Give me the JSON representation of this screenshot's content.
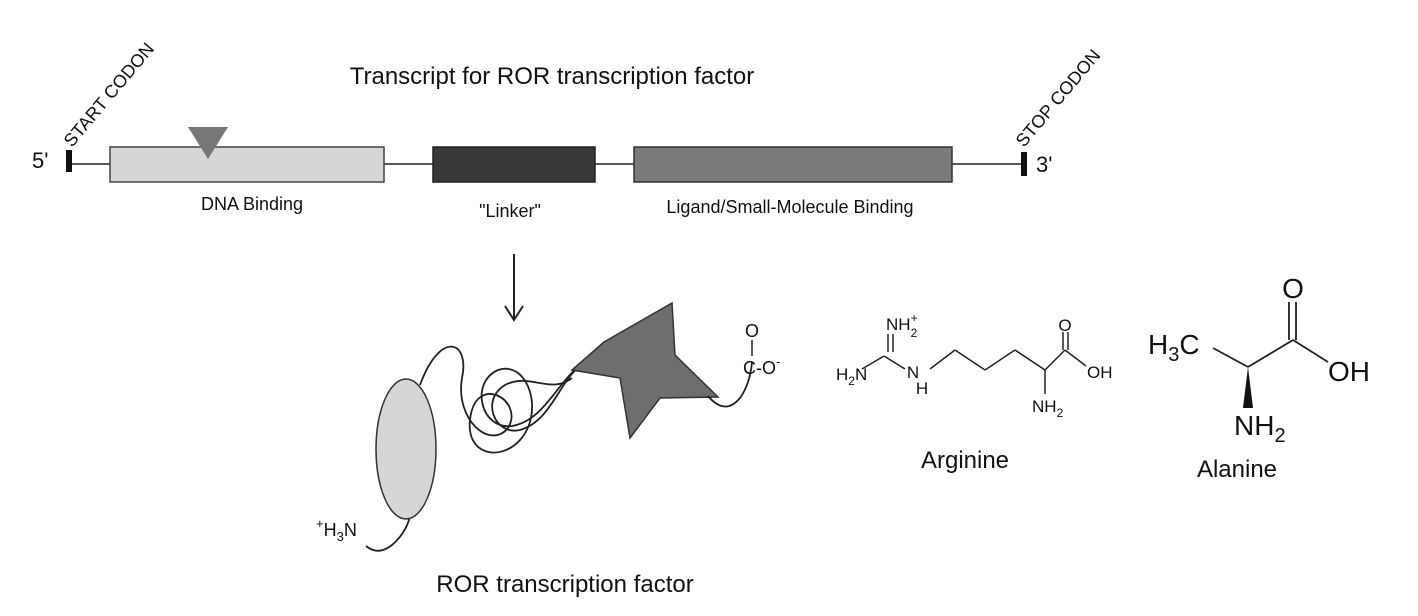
{
  "title": "Transcript for ROR transcription factor",
  "transcript": {
    "five_prime": "5'",
    "three_prime": "3'",
    "start_codon": "START CODON",
    "stop_codon": "STOP CODON",
    "domains": [
      {
        "label": "DNA Binding",
        "color": "#d6d6d6"
      },
      {
        "label": "\"Linker\"",
        "color": "#383838"
      },
      {
        "label": "Ligand/Small-Molecule Binding",
        "color": "#7a7a7a"
      }
    ],
    "marker_color": "#777777"
  },
  "protein": {
    "caption": "ROR transcription factor",
    "n_term": {
      "sup": "+",
      "main": "H",
      "sub": "3",
      "tail": "N"
    },
    "c_term": {
      "top": "O",
      "main": "C-O",
      "sup": "-"
    },
    "oval_color": "#d6d6d6",
    "star_color": "#6e6e6e"
  },
  "arginine": {
    "name": "Arginine",
    "labels": {
      "nh2_plus": "NH",
      "nh2_plus_sub": "2",
      "nh2_plus_sup": "+",
      "h2n": "H",
      "h2n_sub": "2",
      "h2n_tail": "N",
      "nh": "N",
      "nh_h": "H",
      "o": "O",
      "oh": "OH",
      "nh2": "NH",
      "nh2_sub": "2"
    }
  },
  "alanine": {
    "name": "Alanine",
    "labels": {
      "h3c": "H",
      "h3c_sub": "3",
      "h3c_tail": "C",
      "o": "O",
      "oh": "OH",
      "nh2": "NH",
      "nh2_sub": "2"
    }
  }
}
